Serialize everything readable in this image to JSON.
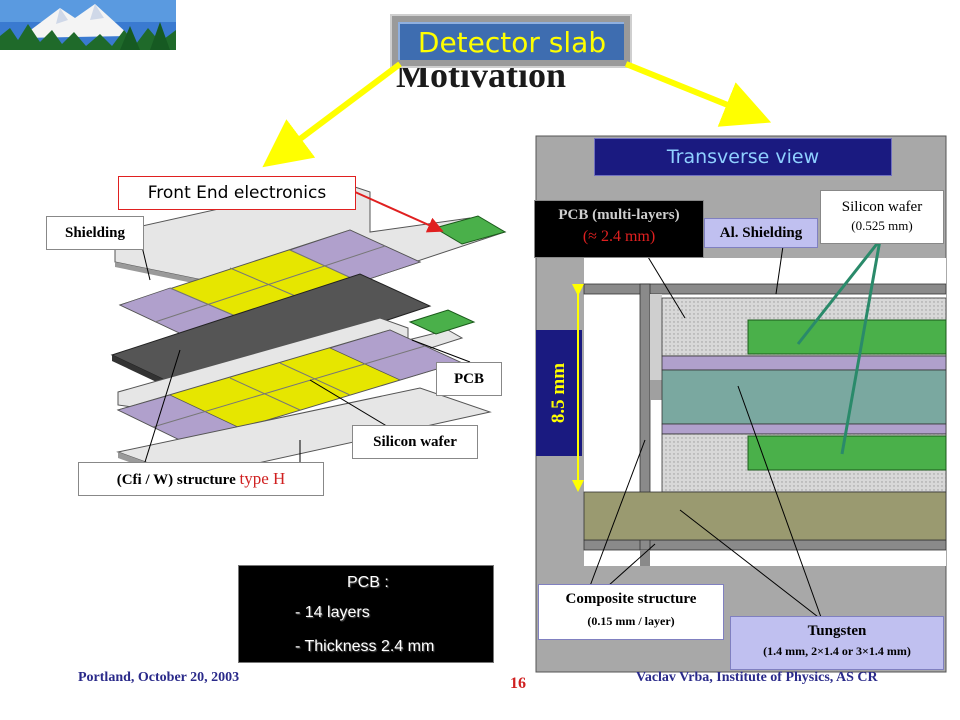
{
  "title": "Detector slab",
  "subtitle_partial": "Motivation",
  "left_diagram": {
    "front_end_label": "Front End electronics",
    "shielding_label": "Shielding",
    "pcb_label": "PCB",
    "silicon_wafer_label": "Silicon wafer",
    "structure_label_prefix": "(Cfi / W) structure",
    "structure_label_type": "type H"
  },
  "pcb_note": {
    "heading": "PCB :",
    "line1": "- 14 layers",
    "line2": "- Thickness 2.4 mm"
  },
  "transverse": {
    "header": "Transverse view",
    "pcb_label": "PCB (multi-layers)",
    "pcb_thickness": "(≈ 2.4 mm)",
    "al_shielding_label": "Al. Shielding",
    "silicon_wafer_label": "Silicon wafer",
    "silicon_wafer_thickness": "(0.525 mm)",
    "dimension_label": "8.5 mm",
    "composite_label": "Composite structure",
    "composite_detail": "(0.15 mm / layer)",
    "tungsten_label": "Tungsten",
    "tungsten_detail": "(1.4 mm, 2×1.4 or 3×1.4 mm)"
  },
  "footer": {
    "left": "Portland, October 20,  2003",
    "page": "16",
    "right": "Vaclav Vrba, Institute of Physics, AS CR"
  },
  "colors": {
    "title_bg": "#3e6db0",
    "title_text": "#ffff00",
    "arrow": "#ffff00",
    "transverse_header_bg": "#1a1a80",
    "silicon_green": "#4ab04a",
    "silicon_yellow": "#e6e600",
    "wafer_purple": "#b0a0cc",
    "tungsten_olive": "#9a9a70"
  }
}
